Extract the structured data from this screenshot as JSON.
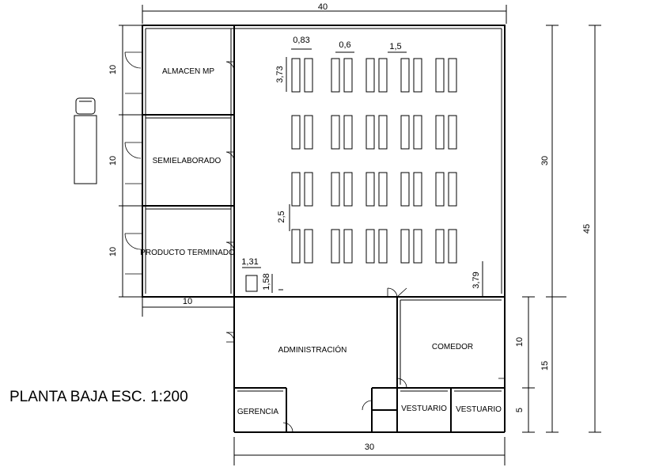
{
  "title": "PLANTA BAJA ESC. 1:200",
  "rooms": {
    "almacen": "ALMACEN MP",
    "semielaborado": "SEMIELABORADO",
    "producto": "PRODUCTO TERMINADO",
    "administracion": "ADMINISTRACIÓN",
    "comedor": "COMEDOR",
    "gerencia": "GERENCIA",
    "vestuario1": "VESTUARIO",
    "vestuario2": "VESTUARIO"
  },
  "dimensions": {
    "top_width": "40",
    "bottom_width": "30",
    "left_block_width": "10",
    "left_heights": [
      "10",
      "10",
      "10"
    ],
    "right_30": "30",
    "right_45": "45",
    "right_lower": [
      "10",
      "15",
      "5"
    ],
    "table_gap": "0,83",
    "table_width": "0,6",
    "table_spacing": "1,5",
    "table_length": "3,73",
    "aisle": "2,5",
    "small_w": "1,31",
    "small_h": "1,58",
    "right_clear": "3,79"
  }
}
